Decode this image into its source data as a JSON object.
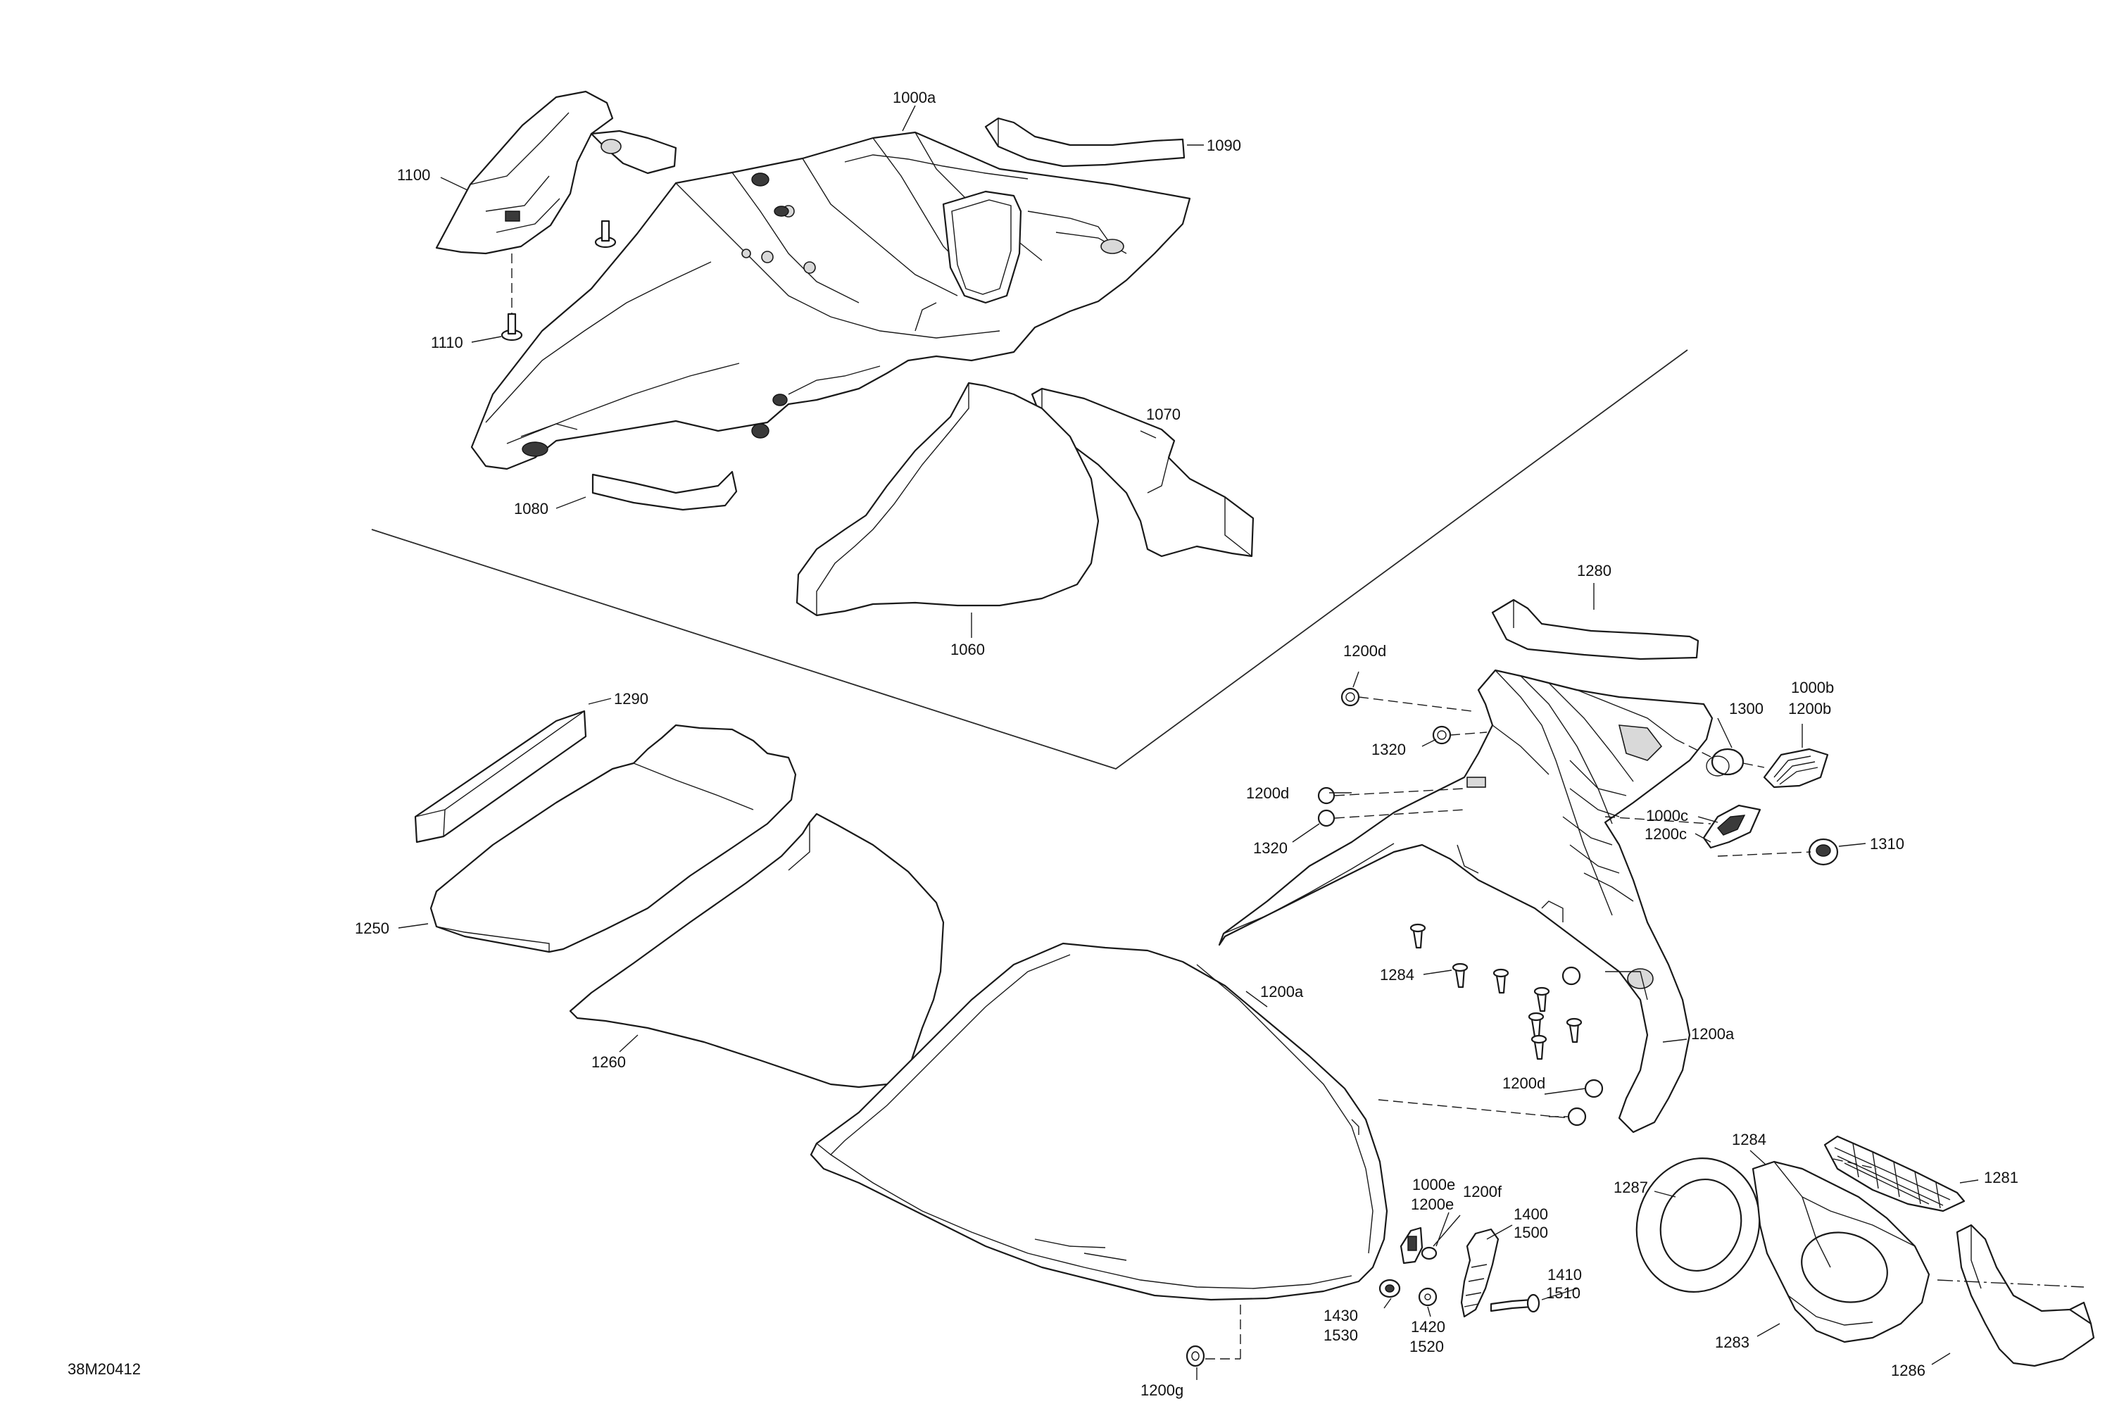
{
  "drawing_number": "38M20412",
  "callouts": {
    "c1000a": "1000a",
    "c1090": "1090",
    "c1100": "1100",
    "c1110": "1110",
    "c1070": "1070",
    "c1080": "1080",
    "c1060": "1060",
    "c1280": "1280",
    "c1200d_1": "1200d",
    "c1000b": "1000b",
    "c1200b": "1200b",
    "c1300": "1300",
    "c1320_1": "1320",
    "c1200d_2": "1200d",
    "c1000c": "1000c",
    "c1200c": "1200c",
    "c1310": "1310",
    "c1320_2": "1320",
    "c1290": "1290",
    "c1250": "1250",
    "c1260": "1260",
    "c1284_1": "1284",
    "c1200a_1": "1200a",
    "c1200a_2": "1200a",
    "c1200d_3": "1200d",
    "c1284_2": "1284",
    "c1281": "1281",
    "c1287": "1287",
    "c1000e": "1000e",
    "c1200e": "1200e",
    "c1200f": "1200f",
    "c1400": "1400",
    "c1500": "1500",
    "c1410": "1410",
    "c1510": "1510",
    "c1430": "1430",
    "c1530": "1530",
    "c1420": "1420",
    "c1520": "1520",
    "c1283": "1283",
    "c1286": "1286",
    "c1200g": "1200g"
  }
}
